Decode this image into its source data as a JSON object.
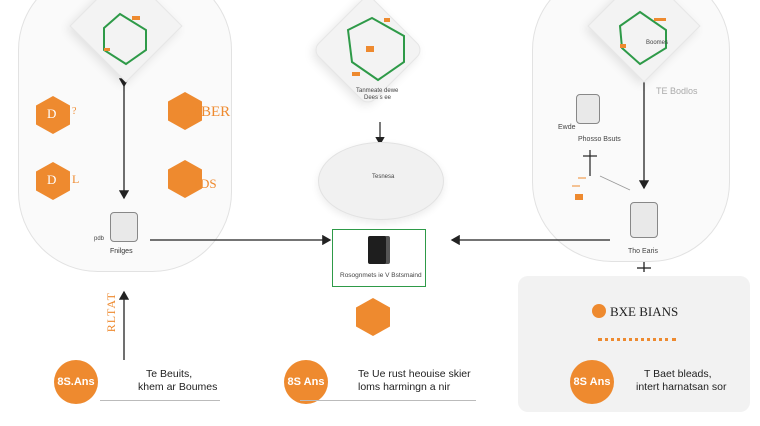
{
  "left": {
    "hex_labels": [
      "D",
      "JTBER",
      "D",
      "TDS"
    ],
    "hex_side_marks": [
      "?",
      "L"
    ],
    "db_label_left": "pdb",
    "db_label": "Fnilges",
    "vertical_label": "RLTAT",
    "circle": "8S.Ans",
    "caption_line1": "Te Beuits,",
    "caption_line2": "khem ar Boumes"
  },
  "center": {
    "diamond_caption_1": "Tanmeate dewe",
    "diamond_caption_2": "Dees s ee",
    "oval_title": "Tesnesa",
    "server_label": "Rosognmets ie V Bstsmaind",
    "circle": "8S Ans",
    "caption_line1": "Te Ue rust heouise skier",
    "caption_line2": "loms harmingn a nir"
  },
  "right": {
    "diamond_label": "Boomes",
    "side_label": "TE Bodlos",
    "db_left_label": "Ewde",
    "db_label": "Phosso Bsuts",
    "db2_label": "Tho Earis",
    "box_title": "BXE BIANS",
    "circle": "8S Ans",
    "caption_line1": "T Baet bleads,",
    "caption_line2": "intert harnatsan sor"
  },
  "colors": {
    "orange": "#ee8a2f",
    "green": "#2e9a48",
    "panel": "#f3f3f3"
  }
}
